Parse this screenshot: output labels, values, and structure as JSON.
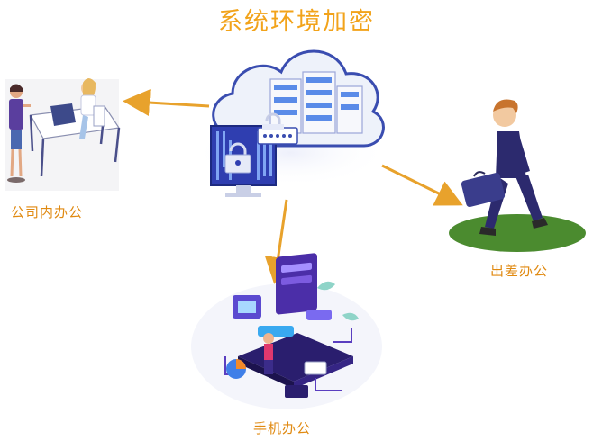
{
  "title": "系统环境加密",
  "labels": {
    "office": "公司内办公",
    "business_trip": "出差办公",
    "mobile": "手机办公"
  },
  "colors": {
    "accent": "#f2a31a",
    "arrow": "#e8a22c",
    "label": "#e08a12",
    "cloud": "#e8edf7",
    "navy": "#2c2a6e",
    "purple": "#4b2ea8",
    "grass": "#4b8b2f"
  }
}
